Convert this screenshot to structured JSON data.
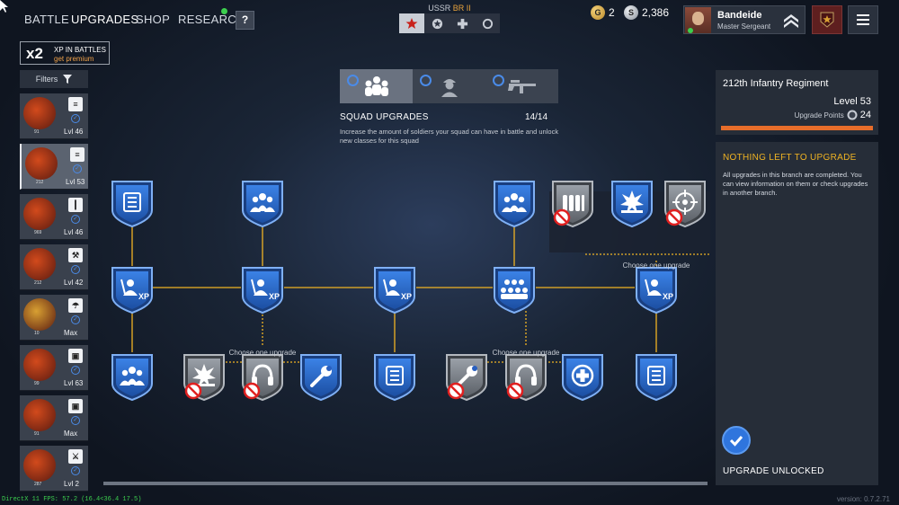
{
  "nav": {
    "battle": "BATTLE",
    "upgrades": "UPGRADES",
    "shop": "SHOP",
    "research": "RESEARCH",
    "help": "?"
  },
  "nation": {
    "name": "USSR",
    "br": "BR II"
  },
  "currency": {
    "gold": "2",
    "silver": "2,386"
  },
  "profile": {
    "name": "Bandeide",
    "rank": "Master Sergeant"
  },
  "xp_bonus": {
    "multiplier": "x2",
    "label": "XP IN BATTLES",
    "premium": "get premium"
  },
  "filters_label": "Filters",
  "squads": [
    {
      "num": "91",
      "level": "Lvl 46",
      "class": "list",
      "color": "#d24a1c"
    },
    {
      "num": "212",
      "level": "Lvl 53",
      "class": "list",
      "color": "#d24a1c"
    },
    {
      "num": "969",
      "level": "Lvl 46",
      "class": "ammo",
      "color": "#d24a1c"
    },
    {
      "num": "212",
      "level": "Lvl 42",
      "class": "wrench",
      "color": "#d24a1c"
    },
    {
      "num": "10",
      "level": "Max",
      "class": "parachute",
      "color": "#d8a032"
    },
    {
      "num": "99",
      "level": "Lvl 63",
      "class": "tank",
      "color": "#d24a1c"
    },
    {
      "num": "91",
      "level": "Max",
      "class": "tank",
      "color": "#d24a1c"
    },
    {
      "num": "287",
      "level": "Lvl 2",
      "class": "sword",
      "color": "#d24a1c"
    }
  ],
  "branch": {
    "title": "SQUAD UPGRADES",
    "count": "14/14",
    "description": "Increase the amount of soldiers your squad can have in battle and unlock new classes for this squad"
  },
  "tree": {
    "choose_labels": [
      "Choose one upgrade",
      "Choose one upgrade",
      "Choose one upgrade"
    ],
    "xp_text": "XP"
  },
  "regiment": {
    "name": "212th Infantry Regiment",
    "level": "Level 53",
    "points_label": "Upgrade Points",
    "points": "24"
  },
  "info": {
    "title": "NOTHING LEFT TO UPGRADE",
    "text": "All upgrades in this branch are completed. You can view information on them or check upgrades in another branch.",
    "unlocked": "UPGRADE UNLOCKED"
  },
  "debug": {
    "fps": "DirectX 11 FPS: 57.2 (16.4<36.4 17.5)",
    "version": "version: 0.7.2.71"
  },
  "colors": {
    "shield_blue": "#2e6fd0",
    "accent_orange": "#e76d2a",
    "link_yellow": "#f0b323",
    "check_blue": "#4a8be8"
  }
}
